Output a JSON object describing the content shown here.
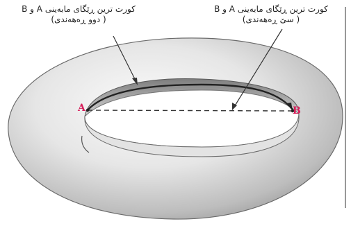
{
  "caption_left": {
    "line1": "کورت ترین ڕێگای مابەینی A و B",
    "line2": "( دوو ڕەهەندی)"
  },
  "caption_right": {
    "line1": "کورت ترین ڕێگای مابەینی A و B",
    "line2": "( سێ ڕەهەندی)"
  },
  "points": {
    "a": "A",
    "b": "B"
  },
  "colors": {
    "point_label": "#d6205b",
    "geodesic": "#222222",
    "torus_light": "#f4f4f4",
    "torus_mid": "#cfcfcf",
    "torus_dark": "#8a8a8a"
  }
}
